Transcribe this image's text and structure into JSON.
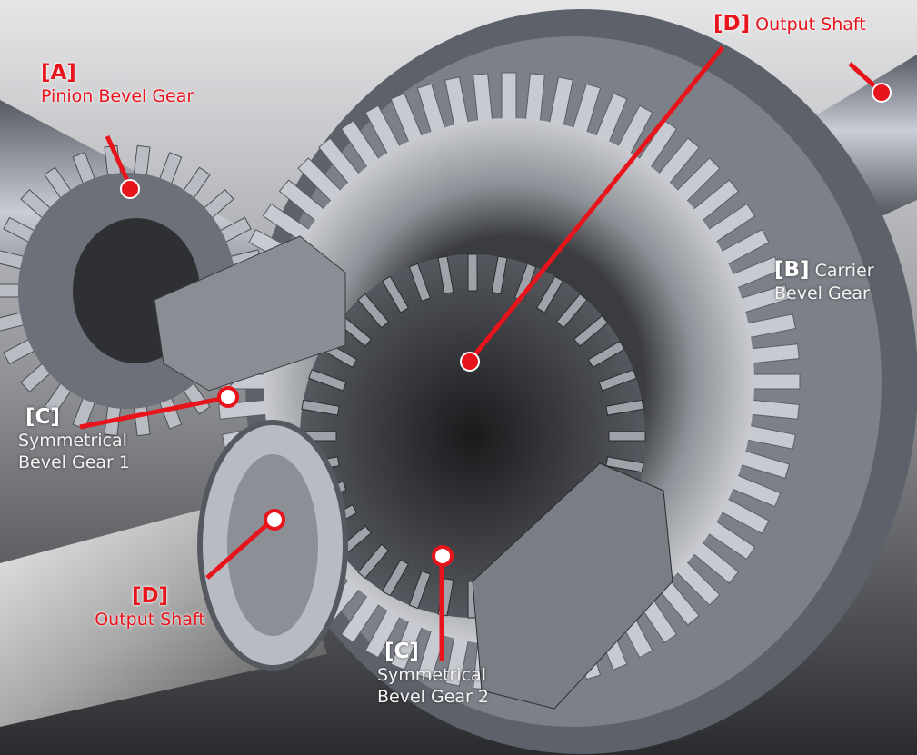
{
  "labels": {
    "a": {
      "tag": "[A]",
      "text": "Pinion Bevel Gear"
    },
    "d_top": {
      "tag": "[D]",
      "text": "Output Shaft"
    },
    "b": {
      "tag": "[B]",
      "text1": "Carrier",
      "text2": "Bevel Gear"
    },
    "c1": {
      "tag": "[C]",
      "text1": "Symmetrical",
      "text2": "Bevel Gear 1"
    },
    "d_bottom": {
      "tag": "[D]",
      "text": "Output Shaft"
    },
    "c2": {
      "tag": "[C]",
      "text1": "Symmetrical",
      "text2": "Bevel Gear 2"
    }
  },
  "colors": {
    "accent": "#e8141c",
    "label_white": "#f4f4f4"
  }
}
